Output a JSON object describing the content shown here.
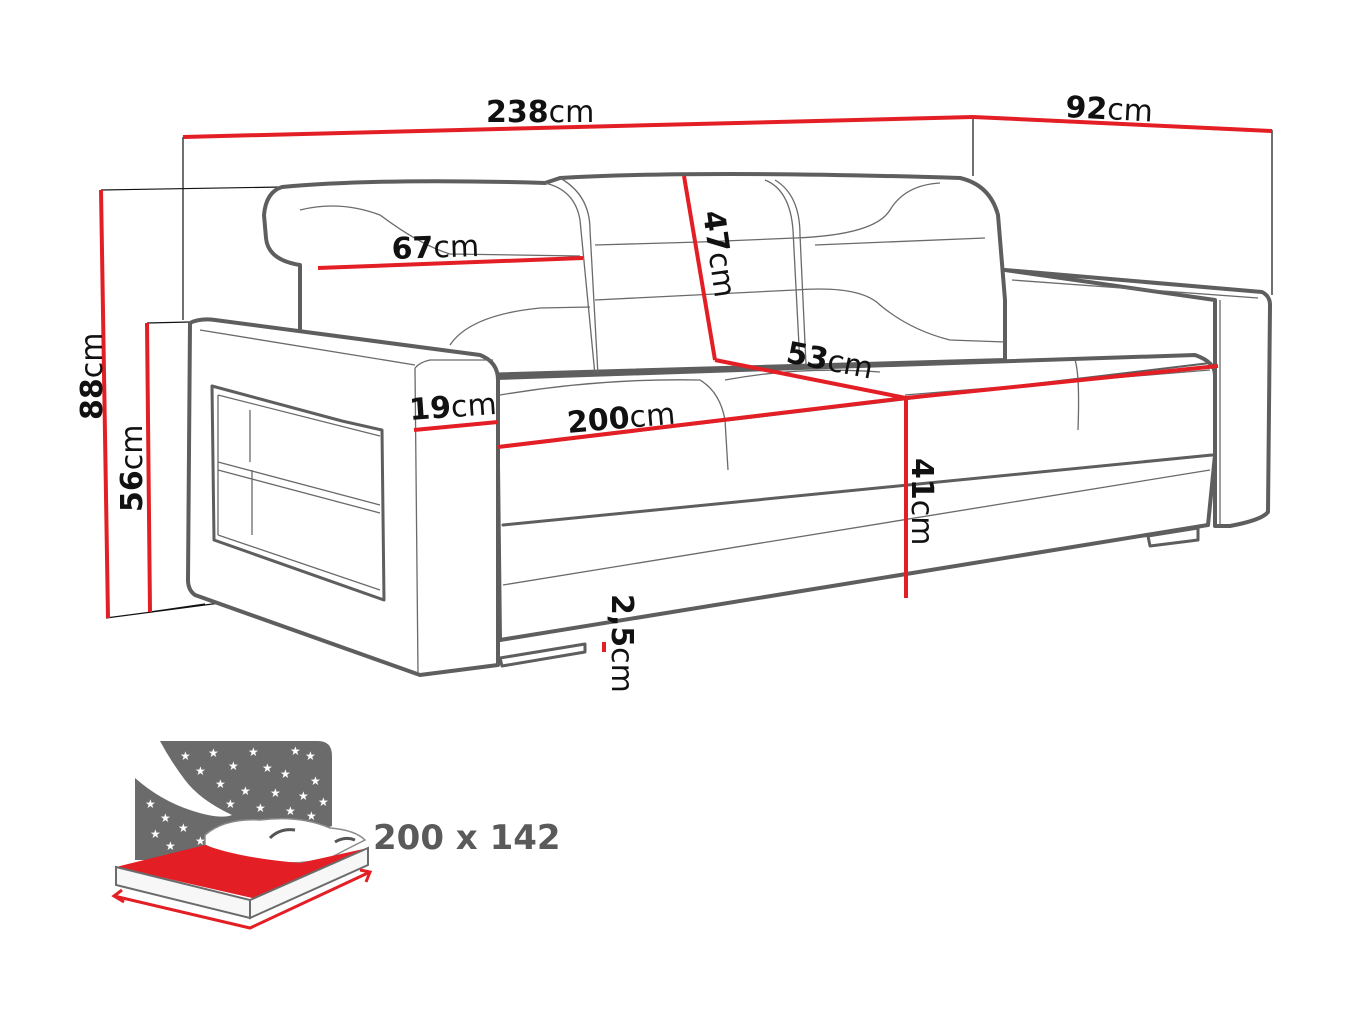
{
  "diagram": {
    "subject": "3-seat sofa bed with shelved armrest",
    "colors": {
      "dimension_line": "#e31e24",
      "outline": "#5e5e5e",
      "text": "#111111",
      "bed_icon_gray": "#6b6b6b",
      "bed_icon_red": "#e31e24"
    },
    "dimensions": {
      "total_width": {
        "value": "238",
        "unit": "cm"
      },
      "depth": {
        "value": "92",
        "unit": "cm"
      },
      "total_height": {
        "value": "88",
        "unit": "cm"
      },
      "armrest_height": {
        "value": "56",
        "unit": "cm"
      },
      "backrest_width": {
        "value": "67",
        "unit": "cm"
      },
      "backrest_height": {
        "value": "47",
        "unit": "cm"
      },
      "seat_depth": {
        "value": "53",
        "unit": "cm"
      },
      "armrest_width": {
        "value": "19",
        "unit": "cm"
      },
      "seat_width": {
        "value": "200",
        "unit": "cm"
      },
      "seat_height": {
        "value": "41",
        "unit": "cm"
      },
      "leg_height": {
        "value": "2,5",
        "unit": "cm"
      }
    },
    "sleeping_area": {
      "icon": "bed-icon",
      "label": "200 x 142"
    }
  }
}
